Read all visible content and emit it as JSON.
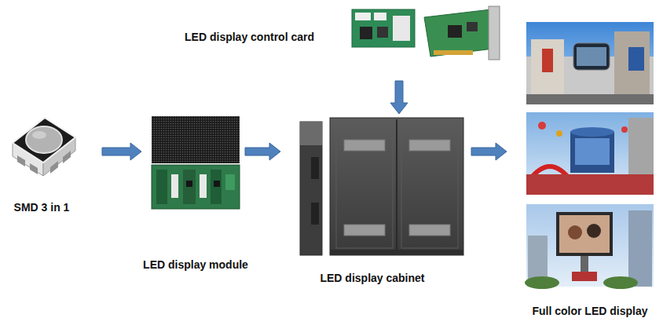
{
  "diagram": {
    "nodes": [
      {
        "text": [
          "LED display control card"
        ]
      },
      {
        "text": [
          "SMD 3 in 1"
        ]
      },
      {
        "text": [
          "LED display module"
        ]
      },
      {
        "text": [
          "LED display cabinet"
        ]
      },
      {
        "text": [
          "Full color LED display"
        ]
      }
    ],
    "edges": [
      {
        "from": 1,
        "to": 2,
        "arrow": "to"
      },
      {
        "from": 2,
        "to": 3,
        "arrow": "to"
      },
      {
        "from": 0,
        "to": 3,
        "arrow": "to"
      },
      {
        "from": 3,
        "to": 4,
        "arrow": "to"
      }
    ]
  }
}
